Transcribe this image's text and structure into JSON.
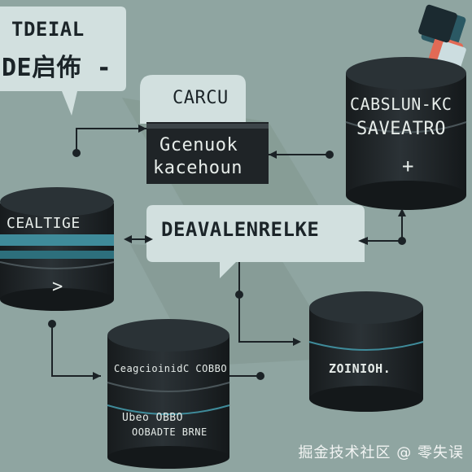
{
  "colors": {
    "background": "#8fa5a1",
    "bubble": "#d2e0df",
    "dark": "#1f2427",
    "teal": "#3f8b9a",
    "connector": "#1b2226"
  },
  "bubbles": {
    "top_left": {
      "line1": "TDEIAL",
      "line2": "DE启佈 -"
    },
    "top_center_title": "CARCU",
    "center": {
      "label": "DEAVALENRELKE"
    }
  },
  "boxes": {
    "mid_left": {
      "line1": "Gcenuok",
      "line2": "kacehoun"
    }
  },
  "cylinders": {
    "top_right": {
      "line1": "CABSLUN-KC",
      "line2": "SAVEATRO",
      "symbol": "+"
    },
    "left": {
      "line1": "CEALTIGE",
      "symbol": ">"
    },
    "bottom_right": {
      "line1": "ZOINIOH."
    },
    "bottom_center": {
      "line1": "CeagcioinidC COBBO",
      "line2": "Ubeo OBBO",
      "line3": "OOBADTE BRNE"
    }
  },
  "watermark": "掘金技术社区 @ 零失误"
}
